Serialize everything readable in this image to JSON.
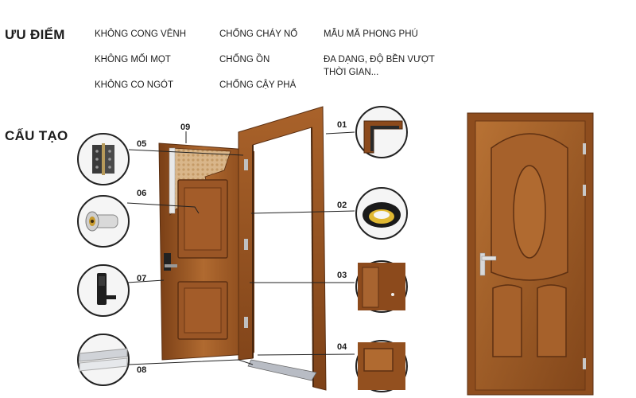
{
  "advantages": {
    "title": "ƯU ĐIỂM",
    "items": [
      "KHÔNG CONG VÊNH",
      "KHÔNG MỐI MỌT",
      "KHÔNG CO NGÓT",
      "CHỐNG CHÁY NỔ",
      "CHỐNG ỒN",
      "CHỐNG CẬY PHÁ",
      "MẪU MÃ PHONG PHÚ",
      "ĐA DẠNG, ĐỘ BỀN VƯỢT",
      "THỜI GIAN..."
    ]
  },
  "structure": {
    "title": "CẤU TẠO",
    "callouts": [
      "01",
      "02",
      "03",
      "04",
      "05",
      "06",
      "07",
      "08",
      "09"
    ]
  },
  "colors": {
    "wood_dark": "#6e3a14",
    "wood_mid": "#9c5a26",
    "wood_light": "#c07a3e",
    "text": "#1c1c1c",
    "line": "#222222"
  },
  "icons": [
    "hinge-icon",
    "peephole-icon",
    "digital-lock-icon",
    "threshold-icon",
    "frame-corner-icon",
    "gasket-icon",
    "door-panel-icon",
    "door-edge-icon"
  ]
}
